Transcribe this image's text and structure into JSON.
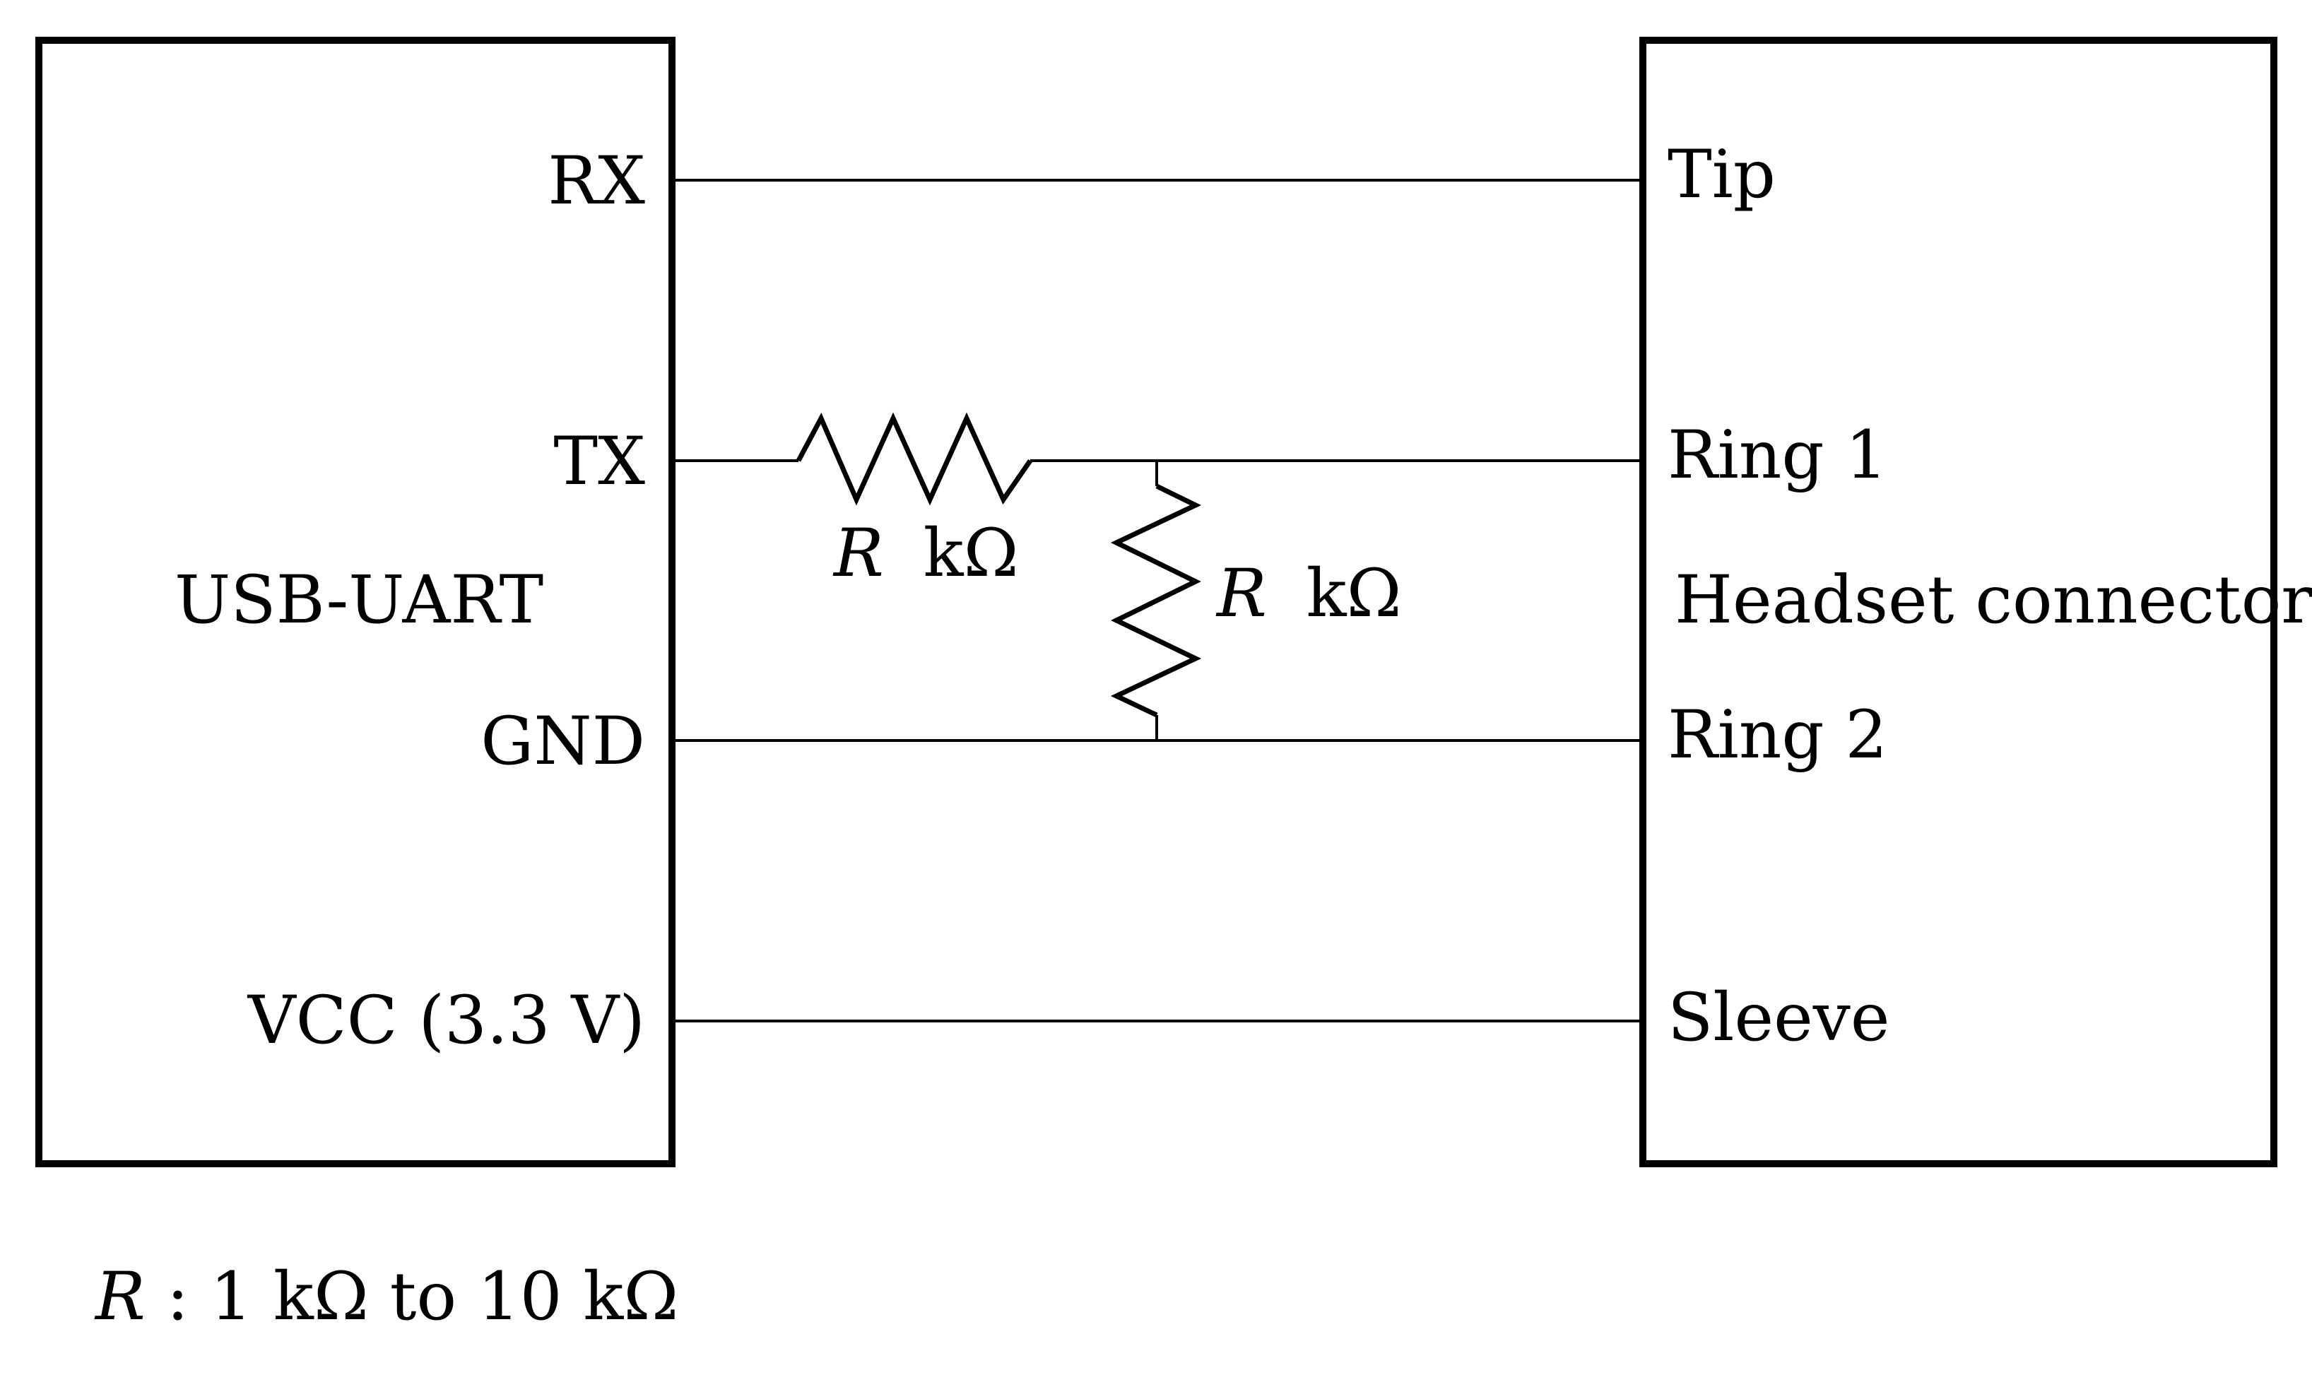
{
  "usb_uart": {
    "title": "USB-UART",
    "pins": {
      "rx": "RX",
      "tx": "TX",
      "gnd": "GND",
      "vcc": "VCC (3.3 V)"
    }
  },
  "headset": {
    "title": "Headset connector",
    "pins": {
      "tip": "Tip",
      "ring1": "Ring 1",
      "ring2": "Ring 2",
      "sleeve": "Sleeve"
    }
  },
  "resistors": {
    "series": {
      "symbol": "R",
      "unit": "kΩ"
    },
    "shunt": {
      "symbol": "R",
      "unit": "kΩ"
    }
  },
  "note": {
    "symbol": "R",
    "text": ": 1 kΩ to 10 kΩ"
  }
}
